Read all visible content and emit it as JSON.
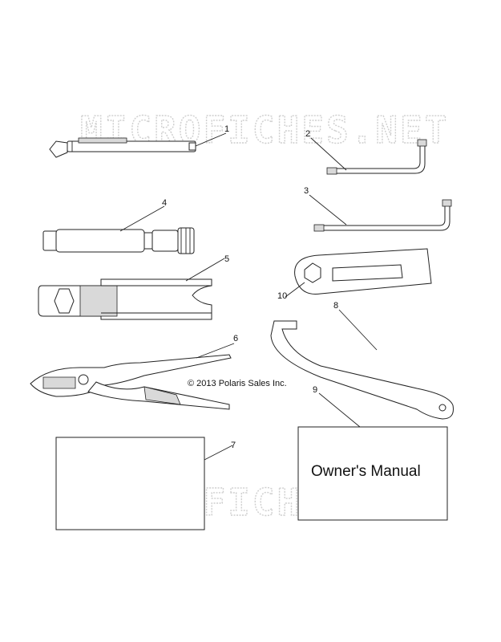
{
  "watermark": "MICROFICHES.NET",
  "copyright": "© 2013 Polaris Sales Inc.",
  "manual_label": "Owner's Manual",
  "callouts": {
    "c1": "1",
    "c2": "2",
    "c3": "3",
    "c4": "4",
    "c5": "5",
    "c6": "6",
    "c7": "7",
    "c8": "8",
    "c9": "9",
    "c10": "10"
  }
}
